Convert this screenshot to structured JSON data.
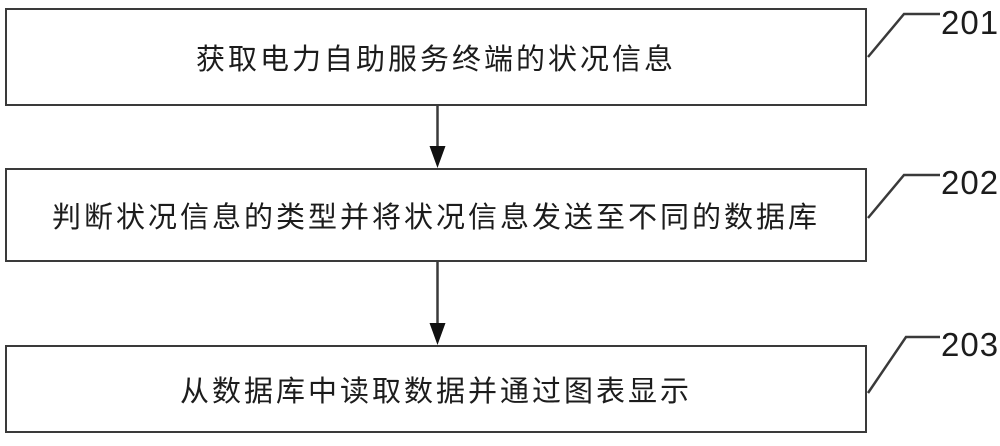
{
  "figure": {
    "background": "#ffffff",
    "line_color": "#3a3a3a",
    "text_color": "#1c1c1c",
    "steps": [
      {
        "ref": "201",
        "label": "获取电力自助服务终端的状况信息"
      },
      {
        "ref": "202",
        "label": "判断状况信息的类型并将状况信息发送至不同的数据库"
      },
      {
        "ref": "203",
        "label": "从数据库中读取数据并通过图表显示"
      }
    ]
  }
}
